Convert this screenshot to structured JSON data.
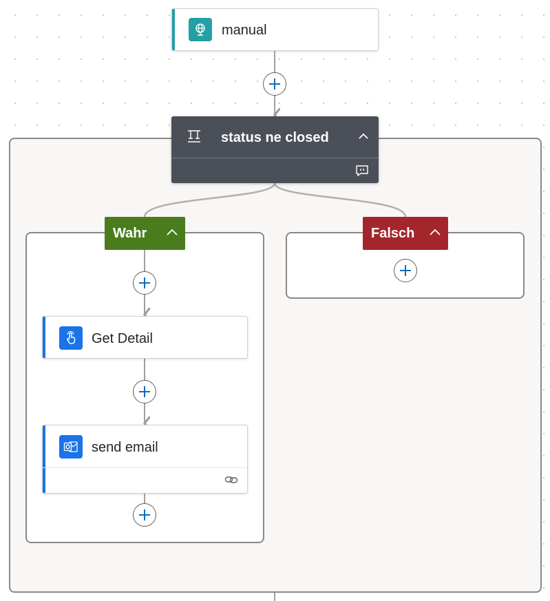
{
  "trigger": {
    "title": "manual",
    "icon": "globe-icon",
    "accent": "#22a0a6"
  },
  "condition": {
    "title": "status ne closed",
    "icon": "condition-icon",
    "footer_icon": "comment-icon",
    "color": "#4b4f58"
  },
  "branches": {
    "true": {
      "label": "Wahr",
      "color": "#4a7c1e"
    },
    "false": {
      "label": "Falsch",
      "color": "#a4262c"
    }
  },
  "actions": [
    {
      "title": "Get Detail",
      "icon": "touch-hand-icon",
      "accent": "#1a73e8"
    },
    {
      "title": "send email",
      "icon": "outlook-icon",
      "footer_icon": "link-icon",
      "accent": "#1a73e8"
    }
  ],
  "colors": {
    "line": "#b3b0ad",
    "add_plus": "#0f6cbd"
  }
}
